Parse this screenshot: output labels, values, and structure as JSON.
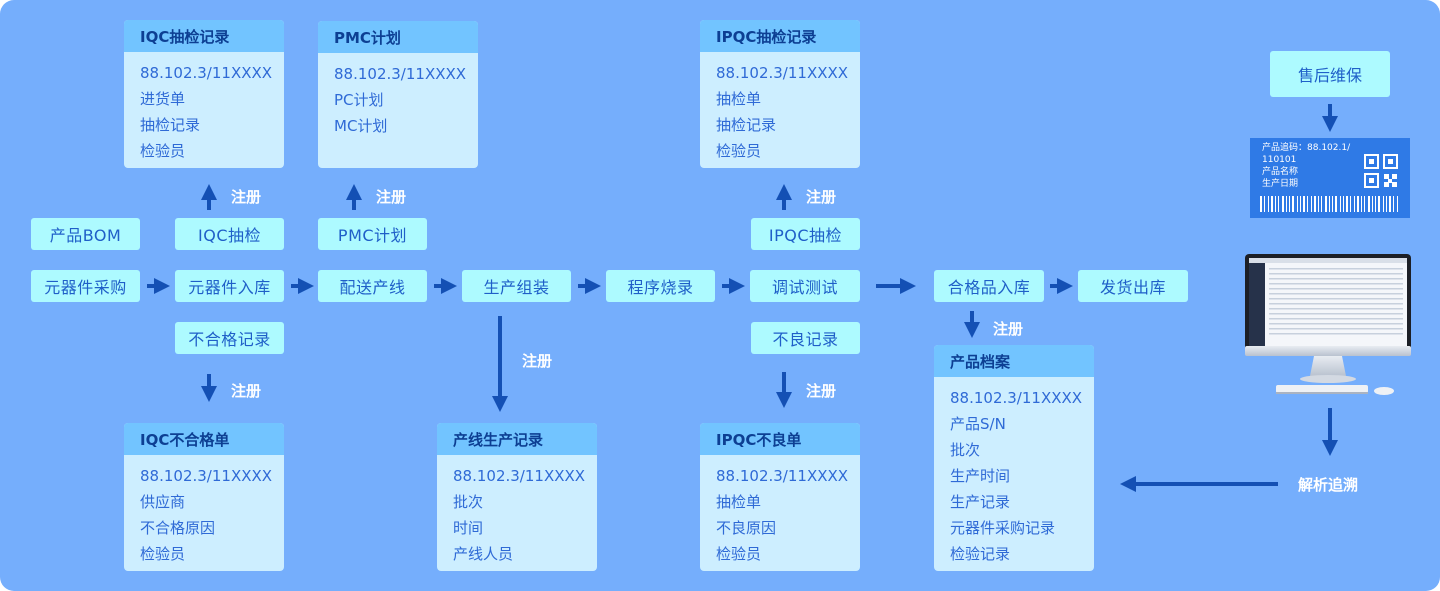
{
  "steps": {
    "bom": "产品BOM",
    "iqc_check": "IQC抽检",
    "pmc_plan": "PMC计划",
    "ipqc_check": "IPQC抽检",
    "purchase": "元器件采购",
    "warehouse_in": "元器件入库",
    "deliver_line": "配送产线",
    "assembly": "生产组装",
    "flashing": "程序烧录",
    "debug_test": "调试测试",
    "qualified_in": "合格品入库",
    "ship_out": "发货出库",
    "unqualified_record": "不合格记录",
    "defect_record": "不良记录",
    "after_sales": "售后维保"
  },
  "labels": {
    "register": "注册",
    "trace": "解析追溯"
  },
  "cards": {
    "iqc_record": {
      "title": "IQC抽检记录",
      "lines": [
        "88.102.3/11XXXX",
        "进货单",
        "抽检记录",
        "检验员"
      ]
    },
    "pmc": {
      "title": "PMC计划",
      "lines": [
        "88.102.3/11XXXX",
        "PC计划",
        "MC计划"
      ]
    },
    "ipqc_record": {
      "title": "IPQC抽检记录",
      "lines": [
        "88.102.3/11XXXX",
        "抽检单",
        "抽检记录",
        "检验员"
      ]
    },
    "iqc_unqualified": {
      "title": "IQC不合格单",
      "lines": [
        "88.102.3/11XXXX",
        "供应商",
        "不合格原因",
        "检验员"
      ]
    },
    "line_record": {
      "title": "产线生产记录",
      "lines": [
        "88.102.3/11XXXX",
        "批次",
        "时间",
        "产线人员"
      ]
    },
    "ipqc_defect": {
      "title": "IPQC不良单",
      "lines": [
        "88.102.3/11XXXX",
        "抽检单",
        "不良原因",
        "检验员"
      ]
    },
    "product_archive": {
      "title": "产品档案",
      "lines": [
        "88.102.3/11XXXX",
        "产品S/N",
        "批次",
        "生产时间",
        "生产记录",
        "元器件采购记录",
        "检验记录"
      ]
    }
  },
  "label_tag": {
    "trace_code": "产品追码：88.102.1/",
    "code_cont": "110101",
    "name": "产品名称",
    "date": "生产日期"
  },
  "colors": {
    "background": "#75aefc",
    "node_fill": "#adfaff",
    "card_head": "#72c4ff",
    "card_body": "#cdeeff",
    "arrow": "#1450b4"
  }
}
